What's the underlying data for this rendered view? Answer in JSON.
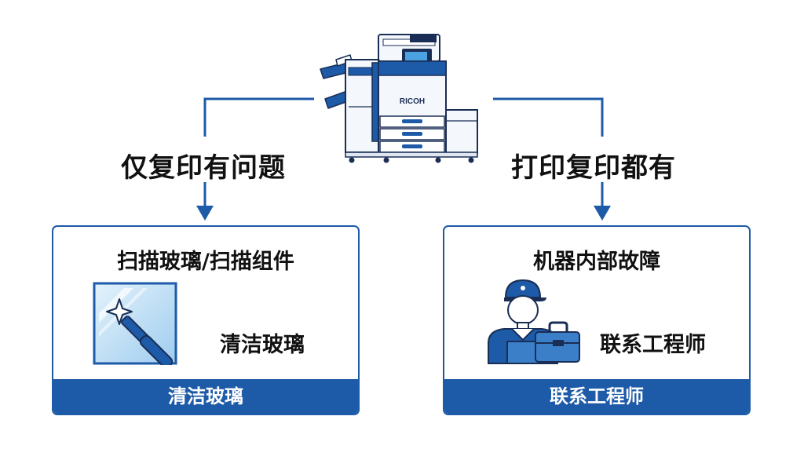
{
  "printer": {
    "brand": "RICOH"
  },
  "branches": {
    "left": {
      "condition": "仅复印有问题"
    },
    "right": {
      "condition": "打印复印都有"
    }
  },
  "cards": {
    "left": {
      "title": "扫描玻璃/扫描组件",
      "action": "清洁玻璃",
      "footer": "清洁玻璃",
      "icons": [
        "glass-panel-icon",
        "sparkle-icon",
        "squeegee-icon"
      ]
    },
    "right": {
      "title": "机器内部故障",
      "action": "联系工程师",
      "footer": "联系工程师",
      "icons": [
        "technician-icon",
        "toolbox-icon"
      ]
    }
  },
  "colors": {
    "primary_blue": "#1d5aa8",
    "text": "#111111",
    "glass_light": "#bfe0f5"
  }
}
